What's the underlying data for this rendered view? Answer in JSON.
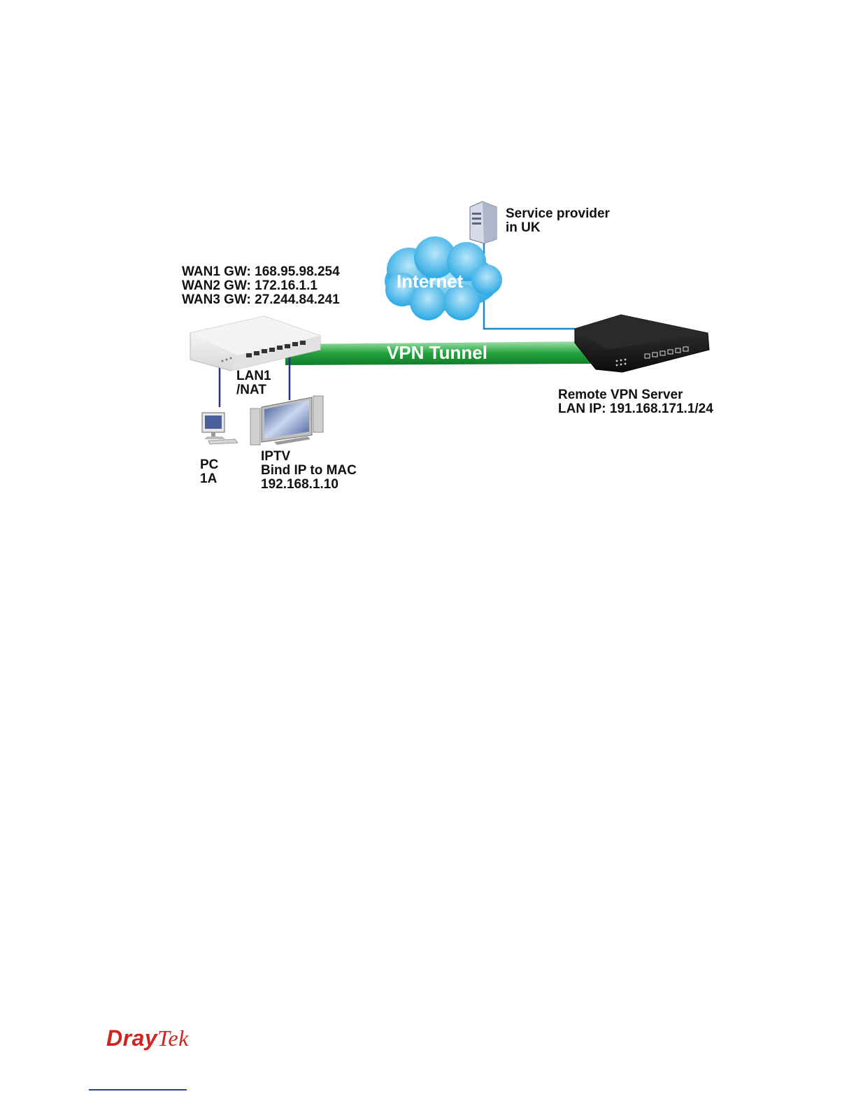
{
  "labels": {
    "service_provider": [
      "Service provider",
      "in UK"
    ],
    "internet": "Internet",
    "wan": [
      "WAN1 GW: 168.95.98.254",
      "WAN2 GW: 172.16.1.1",
      "WAN3 GW: 27.244.84.241"
    ],
    "vpn_tunnel": "VPN Tunnel",
    "lan": [
      "LAN1",
      "/NAT"
    ],
    "remote_server": [
      "Remote VPN Server",
      "LAN IP: 191.168.171.1/24"
    ],
    "pc": [
      "PC",
      "1A"
    ],
    "iptv": [
      "IPTV",
      "Bind IP to MAC",
      "192.168.1.10"
    ]
  },
  "colors": {
    "tunnel": "#23a33d",
    "internet_link": "#1f88c8",
    "lan_link": "#2a2f8a",
    "cloud": "#3fb4e6",
    "logo": "#d0241e"
  },
  "icons": [
    "server-icon",
    "cloud-icon",
    "local-router-icon",
    "remote-router-icon",
    "pc-icon",
    "tv-icon"
  ],
  "footer": {
    "logo": {
      "part1": "Dray",
      "part2": "Tek"
    }
  }
}
